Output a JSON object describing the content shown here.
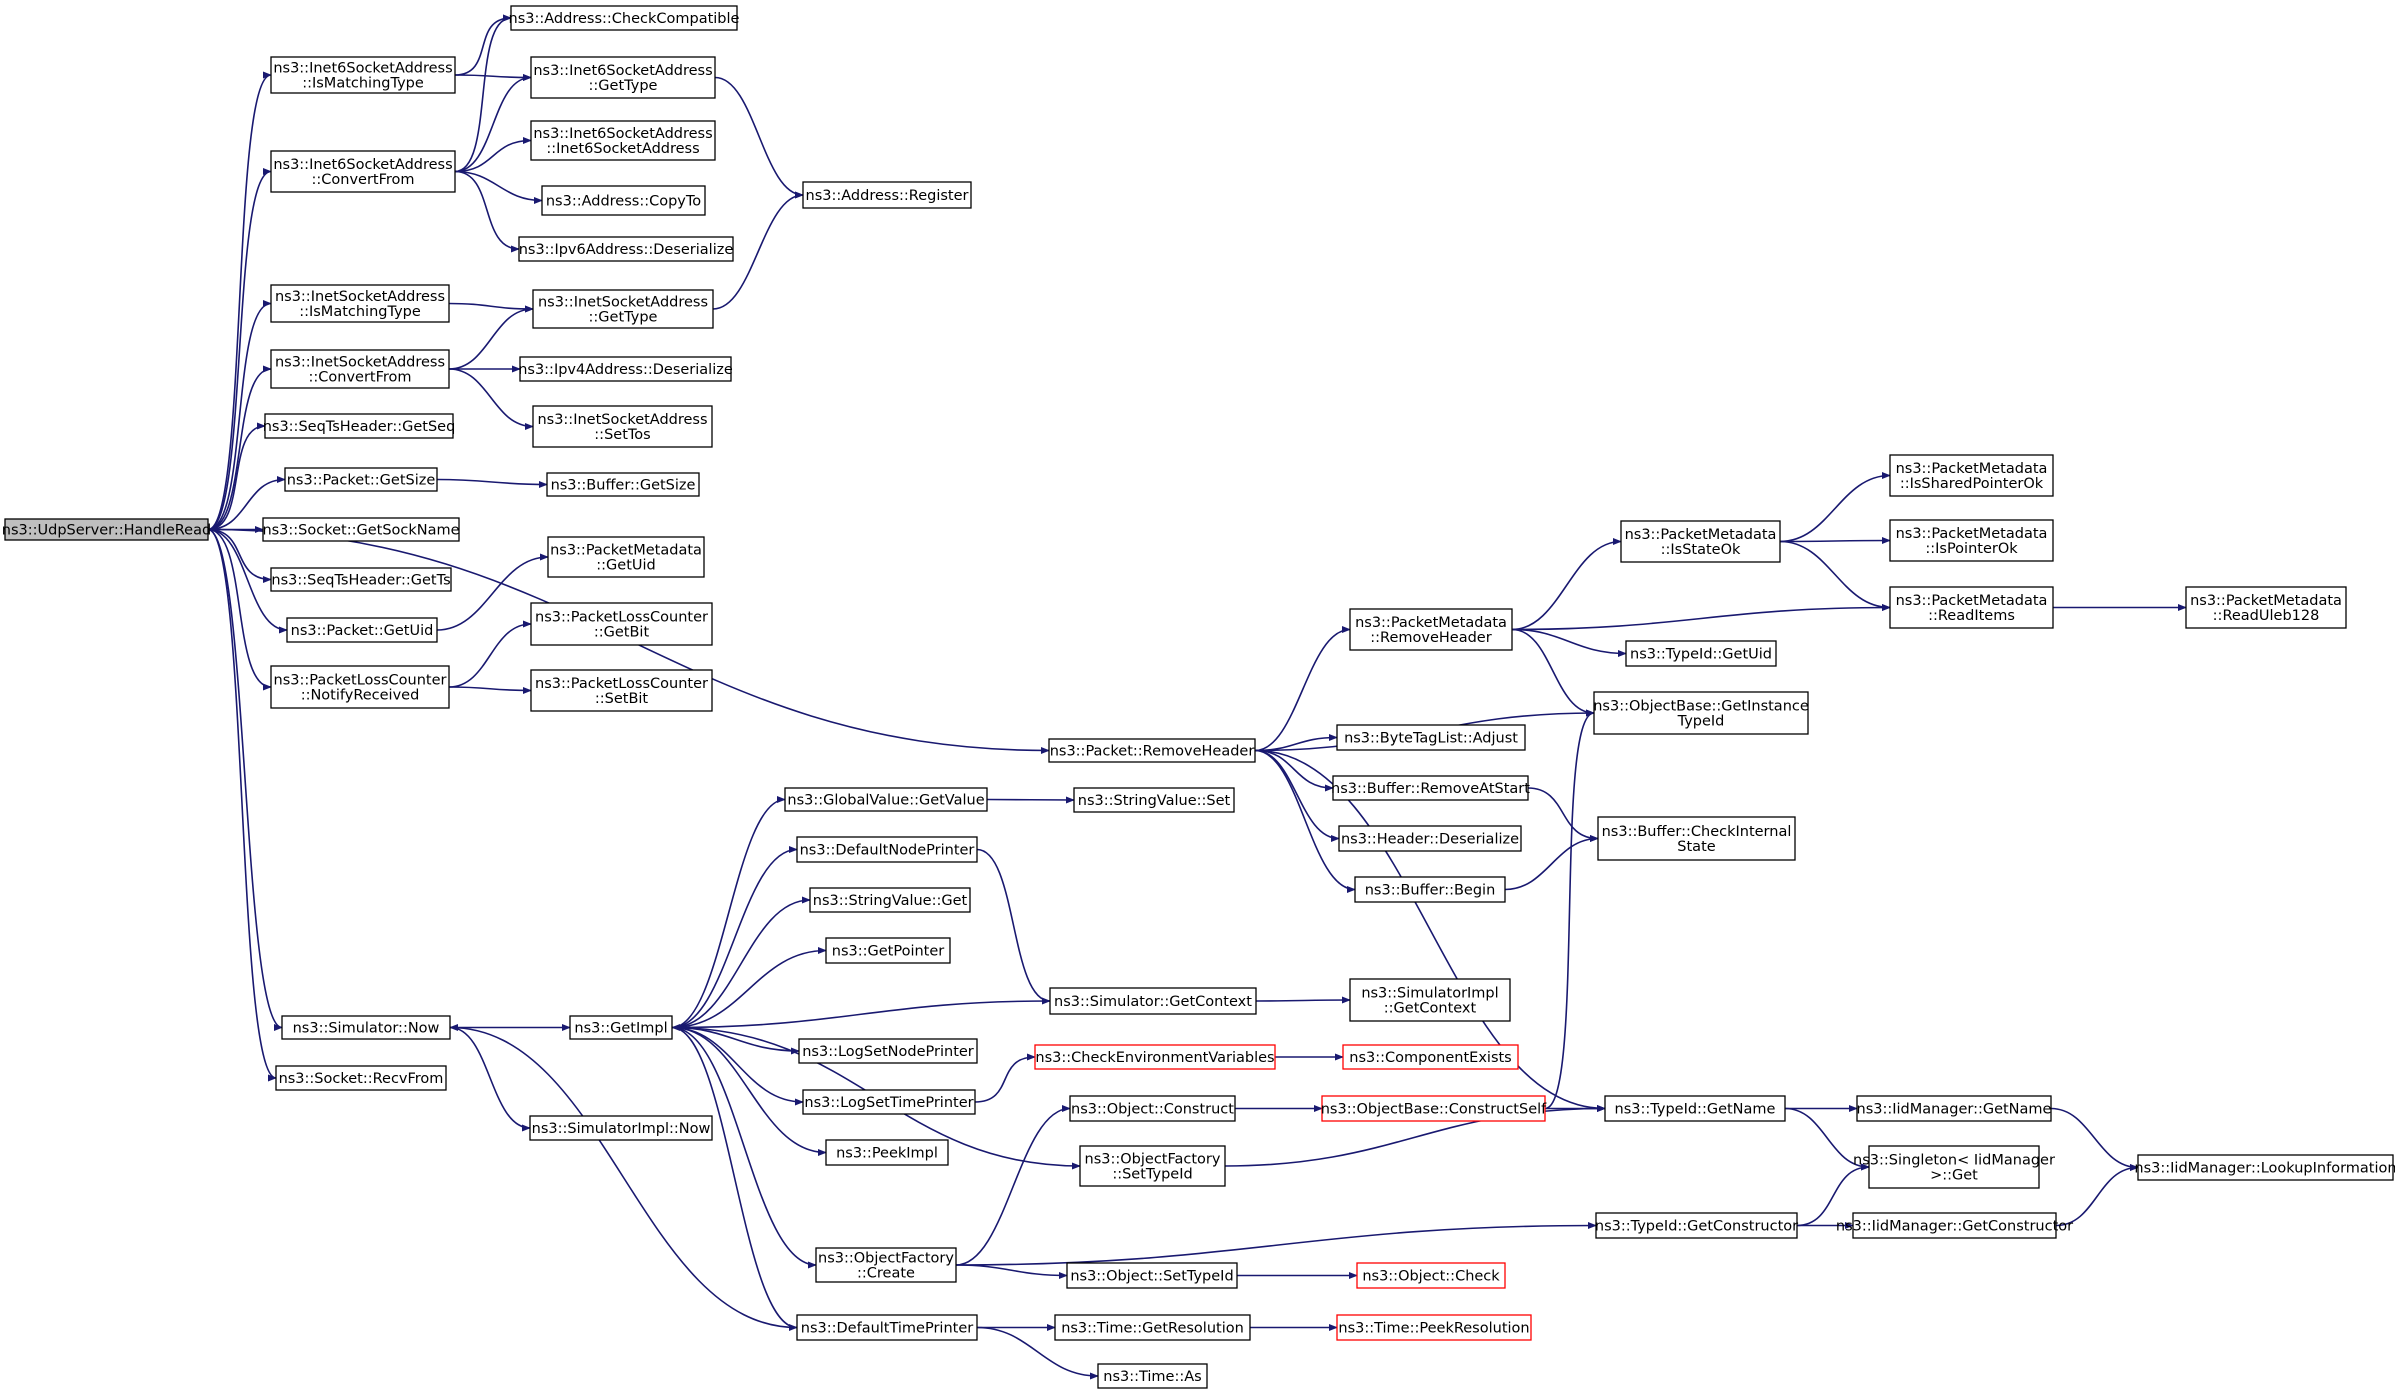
{
  "diagram": {
    "colors": {
      "edge": "#191970",
      "node_border": "#000000",
      "truncated_border": "#ff0000",
      "root_fill": "#bfbfbf",
      "node_fill": "#ffffff"
    },
    "nodes": [
      {
        "id": "udp_handleread",
        "lines": [
          "ns3::UdpServer::HandleRead"
        ],
        "root": true
      },
      {
        "id": "inet6_ismatching",
        "lines": [
          "ns3::Inet6SocketAddress",
          "::IsMatchingType"
        ]
      },
      {
        "id": "inet6_convertfrom",
        "lines": [
          "ns3::Inet6SocketAddress",
          "::ConvertFrom"
        ]
      },
      {
        "id": "inet_ismatching",
        "lines": [
          "ns3::InetSocketAddress",
          "::IsMatchingType"
        ]
      },
      {
        "id": "inet_convertfrom",
        "lines": [
          "ns3::InetSocketAddress",
          "::ConvertFrom"
        ]
      },
      {
        "id": "seqts_getseq",
        "lines": [
          "ns3::SeqTsHeader::GetSeq"
        ]
      },
      {
        "id": "packet_getsize",
        "lines": [
          "ns3::Packet::GetSize"
        ]
      },
      {
        "id": "socket_getsockname",
        "lines": [
          "ns3::Socket::GetSockName"
        ]
      },
      {
        "id": "seqts_getts",
        "lines": [
          "ns3::SeqTsHeader::GetTs"
        ]
      },
      {
        "id": "packet_getuid",
        "lines": [
          "ns3::Packet::GetUid"
        ]
      },
      {
        "id": "plc_notify",
        "lines": [
          "ns3::PacketLossCounter",
          "::NotifyReceived"
        ]
      },
      {
        "id": "sim_now",
        "lines": [
          "ns3::Simulator::Now"
        ]
      },
      {
        "id": "socket_recvfrom",
        "lines": [
          "ns3::Socket::RecvFrom"
        ]
      },
      {
        "id": "addr_checkcompat",
        "lines": [
          "ns3::Address::CheckCompatible"
        ]
      },
      {
        "id": "inet6_gettype",
        "lines": [
          "ns3::Inet6SocketAddress",
          "::GetType"
        ]
      },
      {
        "id": "inet6_ctor",
        "lines": [
          "ns3::Inet6SocketAddress",
          "::Inet6SocketAddress"
        ]
      },
      {
        "id": "addr_copyto",
        "lines": [
          "ns3::Address::CopyTo"
        ]
      },
      {
        "id": "ipv6_deser",
        "lines": [
          "ns3::Ipv6Address::Deserialize"
        ]
      },
      {
        "id": "addr_register",
        "lines": [
          "ns3::Address::Register"
        ]
      },
      {
        "id": "inet_gettype",
        "lines": [
          "ns3::InetSocketAddress",
          "::GetType"
        ]
      },
      {
        "id": "ipv4_deser",
        "lines": [
          "ns3::Ipv4Address::Deserialize"
        ]
      },
      {
        "id": "inet_settos",
        "lines": [
          "ns3::InetSocketAddress",
          "::SetTos"
        ]
      },
      {
        "id": "buffer_getsize",
        "lines": [
          "ns3::Buffer::GetSize"
        ]
      },
      {
        "id": "pm_getuid",
        "lines": [
          "ns3::PacketMetadata",
          "::GetUid"
        ]
      },
      {
        "id": "plc_getbit",
        "lines": [
          "ns3::PacketLossCounter",
          "::GetBit"
        ]
      },
      {
        "id": "plc_setbit",
        "lines": [
          "ns3::PacketLossCounter",
          "::SetBit"
        ]
      },
      {
        "id": "packet_removeheader",
        "lines": [
          "ns3::Packet::RemoveHeader"
        ]
      },
      {
        "id": "getimpl",
        "lines": [
          "ns3::GetImpl"
        ]
      },
      {
        "id": "simimpl_now",
        "lines": [
          "ns3::SimulatorImpl::Now"
        ]
      },
      {
        "id": "gv_getvalue",
        "lines": [
          "ns3::GlobalValue::GetValue"
        ]
      },
      {
        "id": "defnodeprinter",
        "lines": [
          "ns3::DefaultNodePrinter"
        ]
      },
      {
        "id": "sv_get",
        "lines": [
          "ns3::StringValue::Get"
        ]
      },
      {
        "id": "getpointer",
        "lines": [
          "ns3::GetPointer"
        ]
      },
      {
        "id": "logsetnodeprinter",
        "lines": [
          "ns3::LogSetNodePrinter"
        ]
      },
      {
        "id": "logsettimeprinter",
        "lines": [
          "ns3::LogSetTimePrinter"
        ]
      },
      {
        "id": "peekimpl",
        "lines": [
          "ns3::PeekImpl"
        ]
      },
      {
        "id": "of_create",
        "lines": [
          "ns3::ObjectFactory",
          "::Create"
        ]
      },
      {
        "id": "deftimeprinter",
        "lines": [
          "ns3::DefaultTimePrinter"
        ]
      },
      {
        "id": "sv_set",
        "lines": [
          "ns3::StringValue::Set"
        ]
      },
      {
        "id": "sim_getcontext",
        "lines": [
          "ns3::Simulator::GetContext"
        ]
      },
      {
        "id": "checkenv",
        "lines": [
          "ns3::CheckEnvironmentVariables"
        ],
        "truncated": true
      },
      {
        "id": "obj_construct",
        "lines": [
          "ns3::Object::Construct"
        ]
      },
      {
        "id": "of_settypeid",
        "lines": [
          "ns3::ObjectFactory",
          "::SetTypeId"
        ]
      },
      {
        "id": "obj_settypeid",
        "lines": [
          "ns3::Object::SetTypeId"
        ]
      },
      {
        "id": "time_getres",
        "lines": [
          "ns3::Time::GetResolution"
        ]
      },
      {
        "id": "time_as",
        "lines": [
          "ns3::Time::As"
        ]
      },
      {
        "id": "pm_removeheader",
        "lines": [
          "ns3::PacketMetadata",
          "::RemoveHeader"
        ]
      },
      {
        "id": "btl_adjust",
        "lines": [
          "ns3::ByteTagList::Adjust"
        ]
      },
      {
        "id": "buf_removeatstart",
        "lines": [
          "ns3::Buffer::RemoveAtStart"
        ]
      },
      {
        "id": "header_deser",
        "lines": [
          "ns3::Header::Deserialize"
        ]
      },
      {
        "id": "buf_begin",
        "lines": [
          "ns3::Buffer::Begin"
        ]
      },
      {
        "id": "simimpl_getcontext",
        "lines": [
          "ns3::SimulatorImpl",
          "::GetContext"
        ]
      },
      {
        "id": "componentexists",
        "lines": [
          "ns3::ComponentExists"
        ],
        "truncated": true
      },
      {
        "id": "ob_constructself",
        "lines": [
          "ns3::ObjectBase::ConstructSelf"
        ],
        "truncated": true
      },
      {
        "id": "obj_check",
        "lines": [
          "ns3::Object::Check"
        ],
        "truncated": true
      },
      {
        "id": "time_peekres",
        "lines": [
          "ns3::Time::PeekResolution"
        ],
        "truncated": true
      },
      {
        "id": "pm_isstateok",
        "lines": [
          "ns3::PacketMetadata",
          "::IsStateOk"
        ]
      },
      {
        "id": "typeid_getuid",
        "lines": [
          "ns3::TypeId::GetUid"
        ]
      },
      {
        "id": "ob_getinstancetypeid",
        "lines": [
          "ns3::ObjectBase::GetInstance",
          "TypeId"
        ]
      },
      {
        "id": "buf_checkinternal",
        "lines": [
          "ns3::Buffer::CheckInternal",
          "State"
        ]
      },
      {
        "id": "typeid_getname",
        "lines": [
          "ns3::TypeId::GetName"
        ]
      },
      {
        "id": "typeid_getctor",
        "lines": [
          "ns3::TypeId::GetConstructor"
        ]
      },
      {
        "id": "pm_issharedpointerok",
        "lines": [
          "ns3::PacketMetadata",
          "::IsSharedPointerOk"
        ]
      },
      {
        "id": "pm_ispointerok",
        "lines": [
          "ns3::PacketMetadata",
          "::IsPointerOk"
        ]
      },
      {
        "id": "pm_readitems",
        "lines": [
          "ns3::PacketMetadata",
          "::ReadItems"
        ]
      },
      {
        "id": "iid_getname",
        "lines": [
          "ns3::IidManager::GetName"
        ]
      },
      {
        "id": "singleton_get",
        "lines": [
          "ns3::Singleton< IidManager",
          "  >::Get"
        ]
      },
      {
        "id": "iid_getctor",
        "lines": [
          "ns3::IidManager::GetConstructor"
        ]
      },
      {
        "id": "pm_readuleb",
        "lines": [
          "ns3::PacketMetadata",
          "::ReadUleb128"
        ]
      },
      {
        "id": "iid_lookupinfo",
        "lines": [
          "ns3::IidManager::LookupInformation"
        ]
      }
    ],
    "edges": [
      [
        "udp_handleread",
        "inet6_ismatching"
      ],
      [
        "udp_handleread",
        "inet6_convertfrom"
      ],
      [
        "udp_handleread",
        "inet_ismatching"
      ],
      [
        "udp_handleread",
        "inet_convertfrom"
      ],
      [
        "udp_handleread",
        "seqts_getseq"
      ],
      [
        "udp_handleread",
        "packet_getsize"
      ],
      [
        "udp_handleread",
        "socket_getsockname"
      ],
      [
        "udp_handleread",
        "seqts_getts"
      ],
      [
        "udp_handleread",
        "packet_getuid"
      ],
      [
        "udp_handleread",
        "plc_notify"
      ],
      [
        "udp_handleread",
        "packet_removeheader"
      ],
      [
        "udp_handleread",
        "sim_now"
      ],
      [
        "udp_handleread",
        "socket_recvfrom"
      ],
      [
        "inet6_ismatching",
        "addr_checkcompat"
      ],
      [
        "inet6_ismatching",
        "inet6_gettype"
      ],
      [
        "inet6_convertfrom",
        "addr_checkcompat"
      ],
      [
        "inet6_convertfrom",
        "inet6_gettype"
      ],
      [
        "inet6_convertfrom",
        "inet6_ctor"
      ],
      [
        "inet6_convertfrom",
        "addr_copyto"
      ],
      [
        "inet6_convertfrom",
        "ipv6_deser"
      ],
      [
        "inet6_gettype",
        "addr_register"
      ],
      [
        "inet_gettype",
        "addr_register"
      ],
      [
        "inet_ismatching",
        "inet_gettype"
      ],
      [
        "inet_convertfrom",
        "inet_gettype"
      ],
      [
        "inet_convertfrom",
        "ipv4_deser"
      ],
      [
        "inet_convertfrom",
        "inet_settos"
      ],
      [
        "packet_getsize",
        "buffer_getsize"
      ],
      [
        "packet_getuid",
        "pm_getuid"
      ],
      [
        "plc_notify",
        "plc_getbit"
      ],
      [
        "plc_notify",
        "plc_setbit"
      ],
      [
        "sim_now",
        "getimpl"
      ],
      [
        "sim_now",
        "simimpl_now"
      ],
      [
        "getimpl",
        "gv_getvalue"
      ],
      [
        "getimpl",
        "defnodeprinter"
      ],
      [
        "getimpl",
        "sv_get"
      ],
      [
        "getimpl",
        "getpointer"
      ],
      [
        "getimpl",
        "logsetnodeprinter"
      ],
      [
        "getimpl",
        "logsettimeprinter"
      ],
      [
        "getimpl",
        "peekimpl"
      ],
      [
        "getimpl",
        "of_create"
      ],
      [
        "getimpl",
        "deftimeprinter"
      ],
      [
        "getimpl",
        "of_settypeid"
      ],
      [
        "gv_getvalue",
        "sv_set"
      ],
      [
        "defnodeprinter",
        "sim_getcontext"
      ],
      [
        "sim_getcontext",
        "getimpl"
      ],
      [
        "sim_getcontext",
        "simimpl_getcontext"
      ],
      [
        "logsettimeprinter",
        "checkenv"
      ],
      [
        "checkenv",
        "componentexists"
      ],
      [
        "of_create",
        "obj_construct"
      ],
      [
        "of_create",
        "obj_settypeid"
      ],
      [
        "of_create",
        "typeid_getctor"
      ],
      [
        "obj_construct",
        "ob_constructself"
      ],
      [
        "obj_settypeid",
        "obj_check"
      ],
      [
        "deftimeprinter",
        "sim_now"
      ],
      [
        "deftimeprinter",
        "time_getres"
      ],
      [
        "deftimeprinter",
        "time_as"
      ],
      [
        "time_getres",
        "time_peekres"
      ],
      [
        "packet_removeheader",
        "pm_removeheader"
      ],
      [
        "packet_removeheader",
        "ob_getinstancetypeid"
      ],
      [
        "packet_removeheader",
        "btl_adjust"
      ],
      [
        "packet_removeheader",
        "buf_removeatstart"
      ],
      [
        "packet_removeheader",
        "header_deser"
      ],
      [
        "packet_removeheader",
        "buf_begin"
      ],
      [
        "packet_removeheader",
        "typeid_getname"
      ],
      [
        "pm_removeheader",
        "pm_isstateok"
      ],
      [
        "pm_removeheader",
        "pm_readitems"
      ],
      [
        "pm_removeheader",
        "typeid_getuid"
      ],
      [
        "pm_removeheader",
        "ob_getinstancetypeid"
      ],
      [
        "pm_isstateok",
        "pm_issharedpointerok"
      ],
      [
        "pm_isstateok",
        "pm_ispointerok"
      ],
      [
        "pm_isstateok",
        "pm_readitems"
      ],
      [
        "pm_readitems",
        "pm_readuleb"
      ],
      [
        "buf_removeatstart",
        "buf_checkinternal"
      ],
      [
        "buf_begin",
        "buf_checkinternal"
      ],
      [
        "ob_constructself",
        "typeid_getname"
      ],
      [
        "ob_constructself",
        "ob_getinstancetypeid"
      ],
      [
        "of_settypeid",
        "typeid_getname"
      ],
      [
        "typeid_getname",
        "iid_getname"
      ],
      [
        "typeid_getname",
        "singleton_get"
      ],
      [
        "typeid_getctor",
        "iid_getctor"
      ],
      [
        "typeid_getctor",
        "singleton_get"
      ],
      [
        "iid_getname",
        "iid_lookupinfo"
      ],
      [
        "iid_getctor",
        "iid_lookupinfo"
      ]
    ]
  }
}
